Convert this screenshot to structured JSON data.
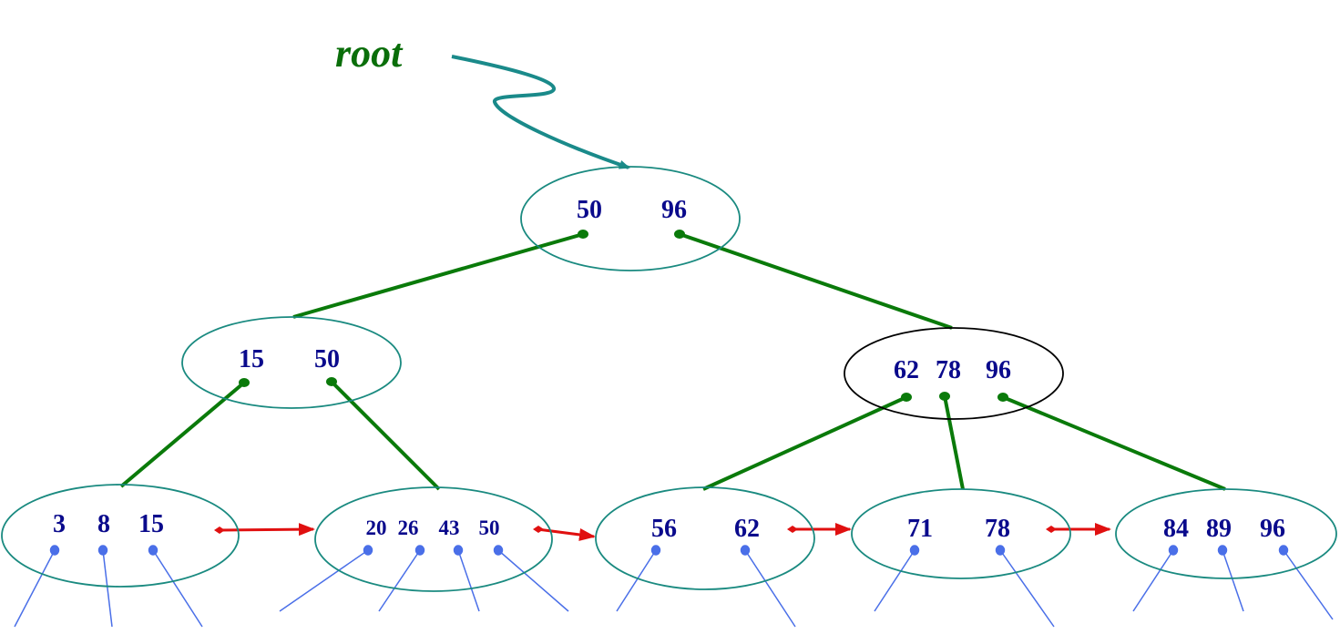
{
  "root_label": "root",
  "nodes": {
    "root": {
      "keys": [
        "50",
        "96"
      ]
    },
    "inner_left": {
      "keys": [
        "15",
        "50"
      ]
    },
    "inner_right": {
      "keys": [
        "62",
        "78",
        "96"
      ]
    },
    "leaf_1": {
      "keys": [
        "3",
        "8",
        "15"
      ]
    },
    "leaf_2": {
      "keys": [
        "20",
        "26",
        "43",
        "50"
      ]
    },
    "leaf_3": {
      "keys": [
        "56",
        "62"
      ]
    },
    "leaf_4": {
      "keys": [
        "71",
        "78"
      ]
    },
    "leaf_5": {
      "keys": [
        "84",
        "89",
        "96"
      ]
    }
  },
  "colors": {
    "node_outline": "#1a8a80",
    "highlight_node_outline": "#000000",
    "tree_edge": "#0a7a0a",
    "leaf_link": "#e01010",
    "record_pointer": "#4a6fe8",
    "root_pointer": "#1a8a8a",
    "key_text": "#0a0a8c"
  }
}
